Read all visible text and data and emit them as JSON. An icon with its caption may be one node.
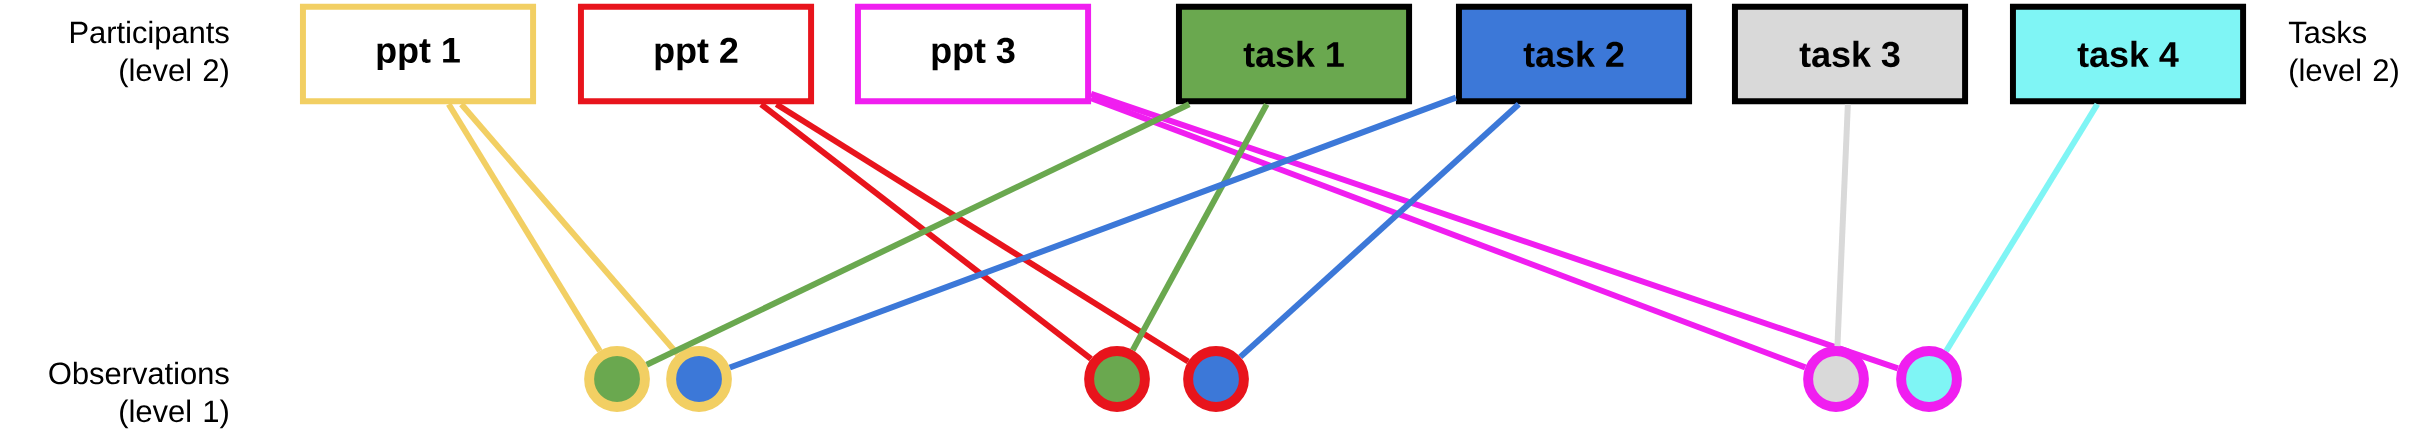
{
  "diagram": {
    "nodes": [
      {
        "text": [
          "ppt 1"
        ]
      },
      {
        "text": [
          "ppt 2"
        ]
      },
      {
        "text": [
          "ppt 3"
        ]
      },
      {
        "text": [
          "task 1"
        ]
      },
      {
        "text": [
          "task 2"
        ]
      },
      {
        "text": [
          "task 3"
        ]
      },
      {
        "text": [
          "task 4"
        ]
      },
      {
        "text": [],
        "shape": "circle"
      },
      {
        "text": [],
        "shape": "circle"
      },
      {
        "text": [],
        "shape": "circle"
      },
      {
        "text": [],
        "shape": "circle"
      },
      {
        "text": [],
        "shape": "circle"
      },
      {
        "text": [],
        "shape": "circle"
      }
    ],
    "edges": [
      {
        "from": 0,
        "to": 7,
        "arrow": "none",
        "color": "#f2cf63"
      },
      {
        "from": 0,
        "to": 8,
        "arrow": "none",
        "color": "#f2cf63"
      },
      {
        "from": 1,
        "to": 9,
        "arrow": "none",
        "color": "#e8141c"
      },
      {
        "from": 1,
        "to": 10,
        "arrow": "none",
        "color": "#e8141c"
      },
      {
        "from": 2,
        "to": 11,
        "arrow": "none",
        "color": "#f01ef0"
      },
      {
        "from": 2,
        "to": 12,
        "arrow": "none",
        "color": "#f01ef0"
      },
      {
        "from": 3,
        "to": 7,
        "arrow": "none",
        "color": "#6aa84f"
      },
      {
        "from": 3,
        "to": 9,
        "arrow": "none",
        "color": "#6aa84f"
      },
      {
        "from": 4,
        "to": 8,
        "arrow": "none",
        "color": "#3c78d8"
      },
      {
        "from": 4,
        "to": 10,
        "arrow": "none",
        "color": "#3c78d8"
      },
      {
        "from": 5,
        "to": 11,
        "arrow": "none",
        "color": "#d9d9d9"
      },
      {
        "from": 6,
        "to": 12,
        "arrow": "none",
        "color": "#7ff5f5"
      }
    ],
    "labels": [
      "Participants (level 2)",
      "Tasks (level 2)",
      "Observations (level 1)"
    ]
  }
}
